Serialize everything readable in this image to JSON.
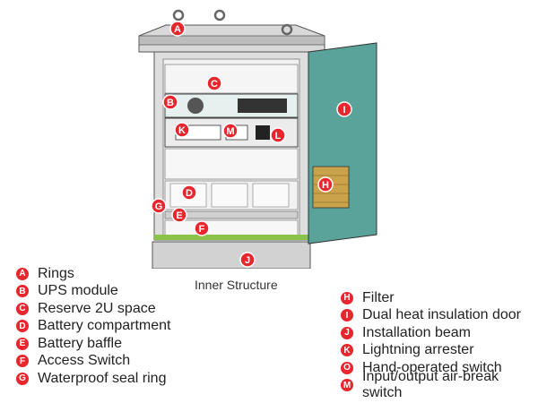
{
  "caption": "Inner Structure",
  "colors": {
    "accent": "#e8262d",
    "door": "#5aa39a",
    "frame": "#c8c8c8",
    "base_green": "#8bc34a"
  },
  "markers": [
    {
      "letter": "A",
      "label": "Rings"
    },
    {
      "letter": "B",
      "label": "UPS module"
    },
    {
      "letter": "C",
      "label": "Reserve 2U space"
    },
    {
      "letter": "D",
      "label": "Battery compartment"
    },
    {
      "letter": "E",
      "label": "Battery baffle"
    },
    {
      "letter": "F",
      "label": "Access Switch"
    },
    {
      "letter": "G",
      "label": "Waterproof seal ring"
    },
    {
      "letter": "H",
      "label": "Filter"
    },
    {
      "letter": "I",
      "label": "Dual heat insulation door"
    },
    {
      "letter": "J",
      "label": "Installation beam"
    },
    {
      "letter": "K",
      "label": "Lightning arrester"
    },
    {
      "letter": "O",
      "label": "Hand-operated switch"
    },
    {
      "letter": "M",
      "label": "Input/output air-break switch"
    },
    {
      "letter": "L",
      "label": ""
    }
  ],
  "legend_left": [
    0,
    1,
    2,
    3,
    4,
    5,
    6
  ],
  "legend_right": [
    7,
    8,
    9,
    10,
    11,
    12
  ]
}
